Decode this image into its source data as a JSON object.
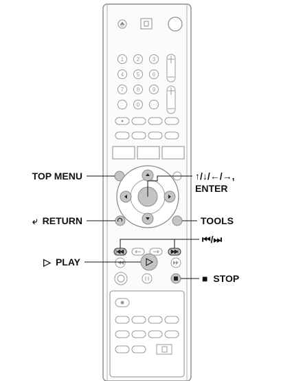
{
  "remote": {
    "labels": {
      "top_menu": "TOP MENU",
      "return": "RETURN",
      "return_symbol": "⤶",
      "play": "PLAY",
      "play_symbol": "▷",
      "arrows": "↑/↓/←/→,",
      "enter": "ENTER",
      "tools": "TOOLS",
      "prev_next": "⏮/⏭",
      "stop_symbol": "■",
      "stop": "STOP"
    },
    "number_keys": [
      "1",
      "2",
      "3",
      "4",
      "5",
      "6",
      "7",
      "8",
      "9",
      "",
      "0",
      ""
    ],
    "button_face": "#c4c4c4",
    "outline": "#8c8c8c"
  }
}
